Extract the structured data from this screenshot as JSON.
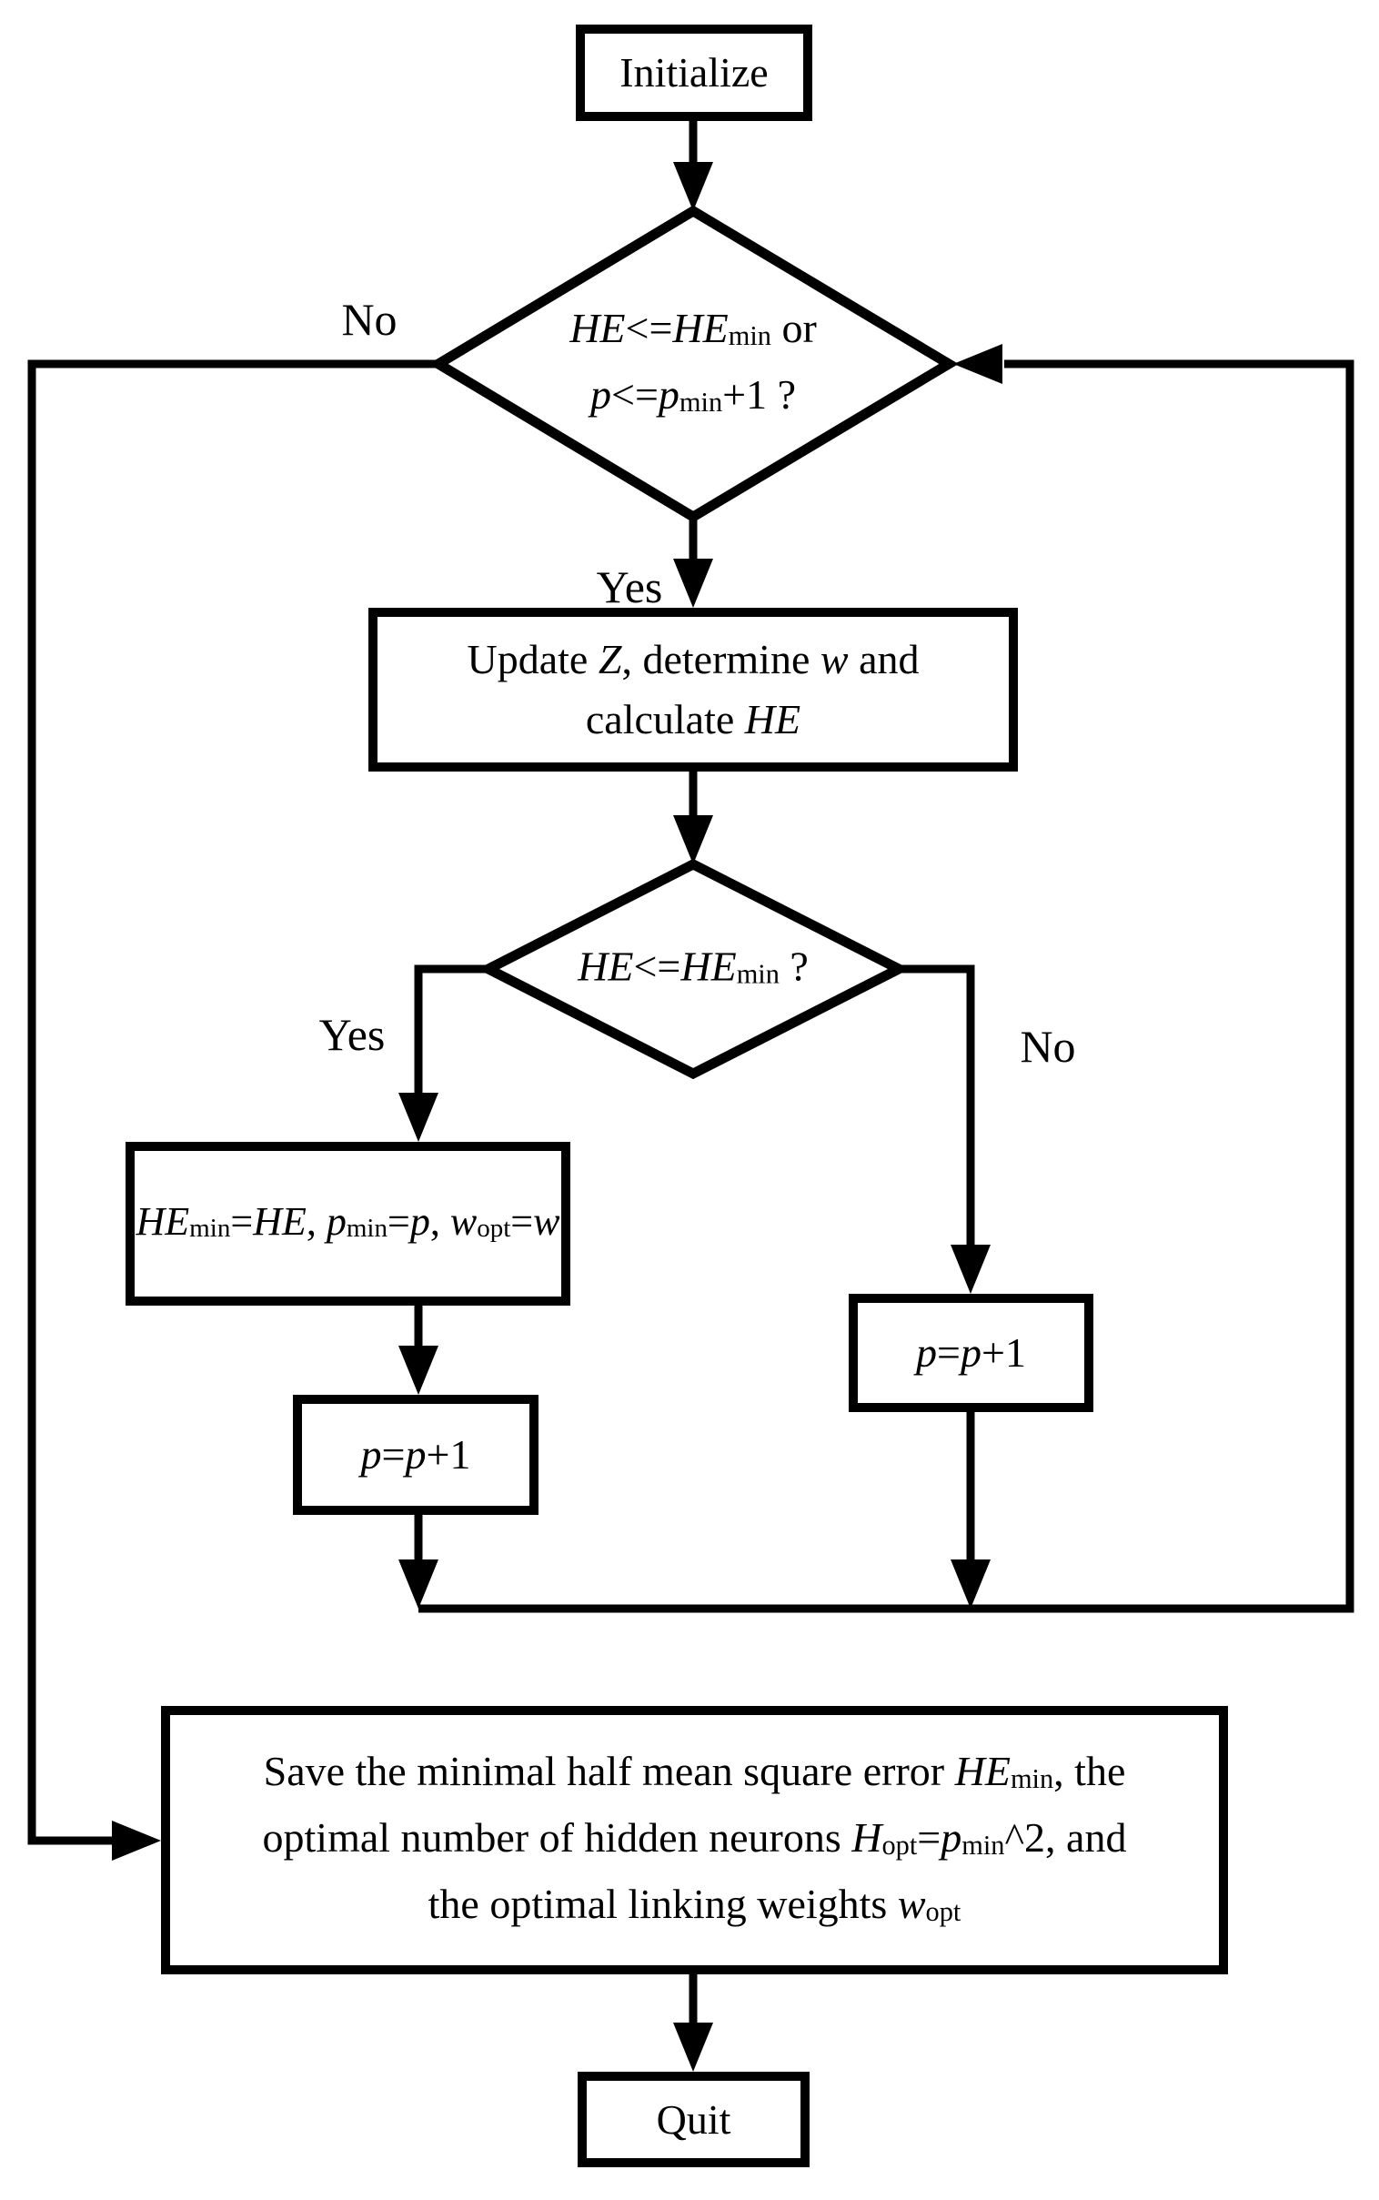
{
  "figure": {
    "type": "flowchart",
    "background_color": "#ffffff",
    "stroke_color": "#000000"
  },
  "nodes": {
    "initialize": {
      "shape": "rect",
      "label": "Initialize"
    },
    "decision1": {
      "shape": "diamond",
      "rich": [
        {
          "t": "HE",
          "i": true
        },
        {
          "t": "<="
        },
        {
          "t": "HE",
          "i": true
        },
        {
          "t": "min",
          "s": true
        },
        {
          "t": " or"
        },
        {
          "br": true
        },
        {
          "t": "p",
          "i": true
        },
        {
          "t": "<="
        },
        {
          "t": "p",
          "i": true
        },
        {
          "t": "min",
          "s": true
        },
        {
          "t": "+1 ?"
        }
      ]
    },
    "update": {
      "shape": "rect",
      "rich": [
        {
          "t": "Update "
        },
        {
          "t": "Z",
          "i": true
        },
        {
          "t": ", determine "
        },
        {
          "t": "w",
          "i": true
        },
        {
          "t": " and"
        },
        {
          "br": true
        },
        {
          "t": "calculate "
        },
        {
          "t": "HE",
          "i": true
        }
      ]
    },
    "decision2": {
      "shape": "diamond",
      "rich": [
        {
          "t": "HE",
          "i": true
        },
        {
          "t": "<="
        },
        {
          "t": "HE",
          "i": true
        },
        {
          "t": "min",
          "s": true
        },
        {
          "t": " ?"
        }
      ]
    },
    "assign": {
      "shape": "rect",
      "rich": [
        {
          "t": "HE",
          "i": true
        },
        {
          "t": "min",
          "s": true
        },
        {
          "t": "="
        },
        {
          "t": "HE",
          "i": true
        },
        {
          "t": ", "
        },
        {
          "t": "p",
          "i": true
        },
        {
          "t": "min",
          "s": true
        },
        {
          "t": "="
        },
        {
          "t": "p",
          "i": true
        },
        {
          "t": ", "
        },
        {
          "t": "w",
          "i": true
        },
        {
          "t": "opt",
          "s": true
        },
        {
          "t": "="
        },
        {
          "t": "w",
          "i": true
        }
      ]
    },
    "increment_left": {
      "shape": "rect",
      "rich": [
        {
          "t": "p",
          "i": true
        },
        {
          "t": "="
        },
        {
          "t": "p",
          "i": true
        },
        {
          "t": "+1"
        }
      ]
    },
    "increment_right": {
      "shape": "rect",
      "rich": [
        {
          "t": "p",
          "i": true
        },
        {
          "t": "="
        },
        {
          "t": "p",
          "i": true
        },
        {
          "t": "+1"
        }
      ]
    },
    "save": {
      "shape": "rect",
      "rich": [
        {
          "t": "Save the minimal half mean square error "
        },
        {
          "t": "HE",
          "i": true
        },
        {
          "t": "min",
          "s": true
        },
        {
          "t": ", the"
        },
        {
          "br": true
        },
        {
          "t": "optimal number of hidden neurons "
        },
        {
          "t": "H",
          "i": true
        },
        {
          "t": "opt",
          "s": true
        },
        {
          "t": "="
        },
        {
          "t": "p",
          "i": true
        },
        {
          "t": "min",
          "s": true
        },
        {
          "t": "^2, and"
        },
        {
          "br": true
        },
        {
          "t": "the optimal linking weights "
        },
        {
          "t": "w",
          "i": true
        },
        {
          "t": "opt",
          "s": true
        }
      ]
    },
    "quit": {
      "shape": "rect",
      "label": "Quit"
    }
  },
  "edge_labels": {
    "no_top": "No",
    "yes_top": "Yes",
    "yes_mid": "Yes",
    "no_mid": "No"
  }
}
